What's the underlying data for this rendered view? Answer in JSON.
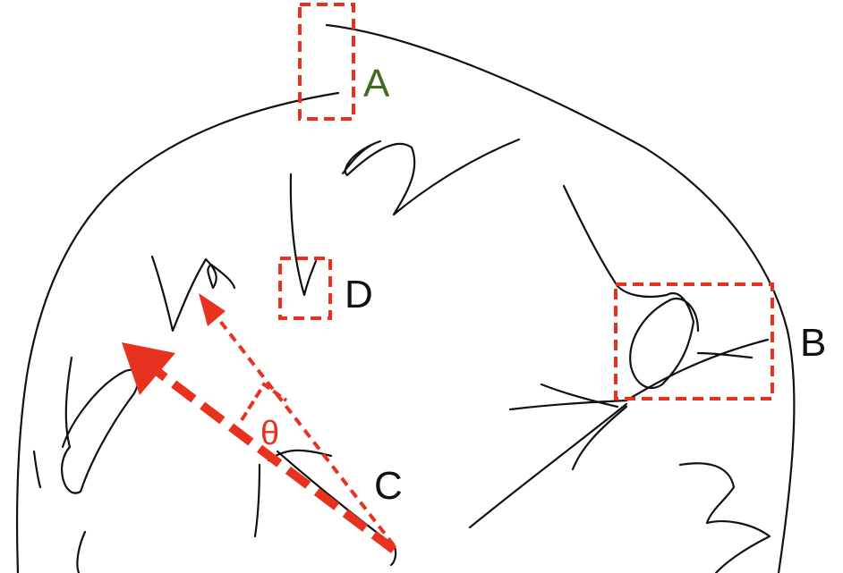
{
  "labels": {
    "a": "A",
    "b": "B",
    "c": "C",
    "d": "D",
    "theta": "θ"
  },
  "colors": {
    "annotation_red": "#e8321f",
    "label_a_green": "#3f6a1f",
    "ink": "#111111",
    "background": "#ffffff"
  }
}
